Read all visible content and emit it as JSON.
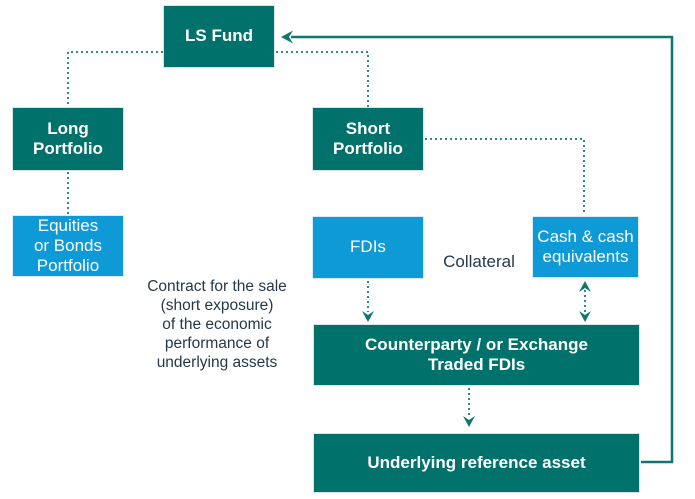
{
  "diagram": {
    "boxes": {
      "ls_fund": {
        "label": "LS Fund"
      },
      "long_portfolio": {
        "label": "Long\nPortfolio"
      },
      "short_portfolio": {
        "label": "Short\nPortfolio"
      },
      "equities_bonds": {
        "label": "Equities\nor Bonds\nPortfolio"
      },
      "fdis": {
        "label": "FDIs"
      },
      "cash": {
        "label": "Cash & cash\nequivalents"
      },
      "counterparty": {
        "label": "Counterparty / or Exchange\nTraded FDIs"
      },
      "underlying": {
        "label": "Underlying reference asset"
      }
    },
    "labels": {
      "collateral": "Collateral",
      "contract_note": "Contract for the sale\n(short exposure)\nof the economic\nperformance of\nunderlying assets"
    },
    "colors": {
      "teal_box": "#00716B",
      "blue_box": "#0D9AD7",
      "dotted_connector": "#2E8C86",
      "solid_connector": "#0E7870",
      "note_text": "#24394A",
      "box_text": "#FFFFFF"
    }
  }
}
